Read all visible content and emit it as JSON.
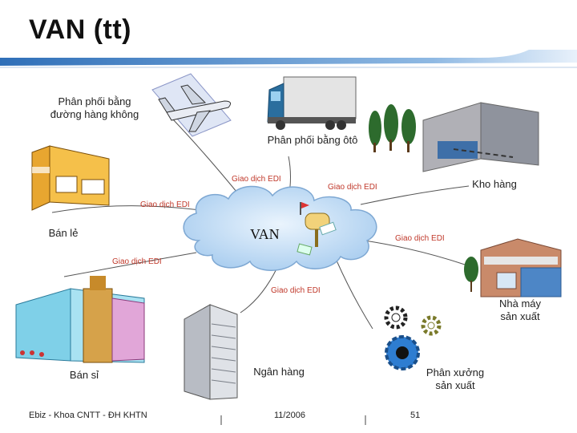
{
  "title": "VAN (tt)",
  "nodes": {
    "air": "Phân phối bằng\nđường hàng không",
    "truck": "Phân phối bằng ôtô",
    "warehouse": "Kho hàng",
    "retail": "Bán lẻ",
    "center": "VAN",
    "factory": "Nhà máy\nsản xuất",
    "wholesale": "Bán sỉ",
    "bank": "Ngân hàng",
    "workshop": "Phân xưởng\nsản xuất"
  },
  "edges": {
    "edi1": "Giao dịch EDI",
    "edi2": "Giao dịch EDI",
    "edi3": "Giao dịch EDI",
    "edi4": "Giao dịch EDI",
    "edi5": "Giao dịch EDI",
    "edi6": "Giao dịch EDI"
  },
  "footer": {
    "source": "Ebiz - Khoa CNTT - ĐH KHTN",
    "date": "11/2006",
    "page": "51"
  },
  "colors": {
    "header_bar": "#2f6fb8",
    "cloud": "#cfe3f6",
    "edi_text": "#c0392b"
  }
}
